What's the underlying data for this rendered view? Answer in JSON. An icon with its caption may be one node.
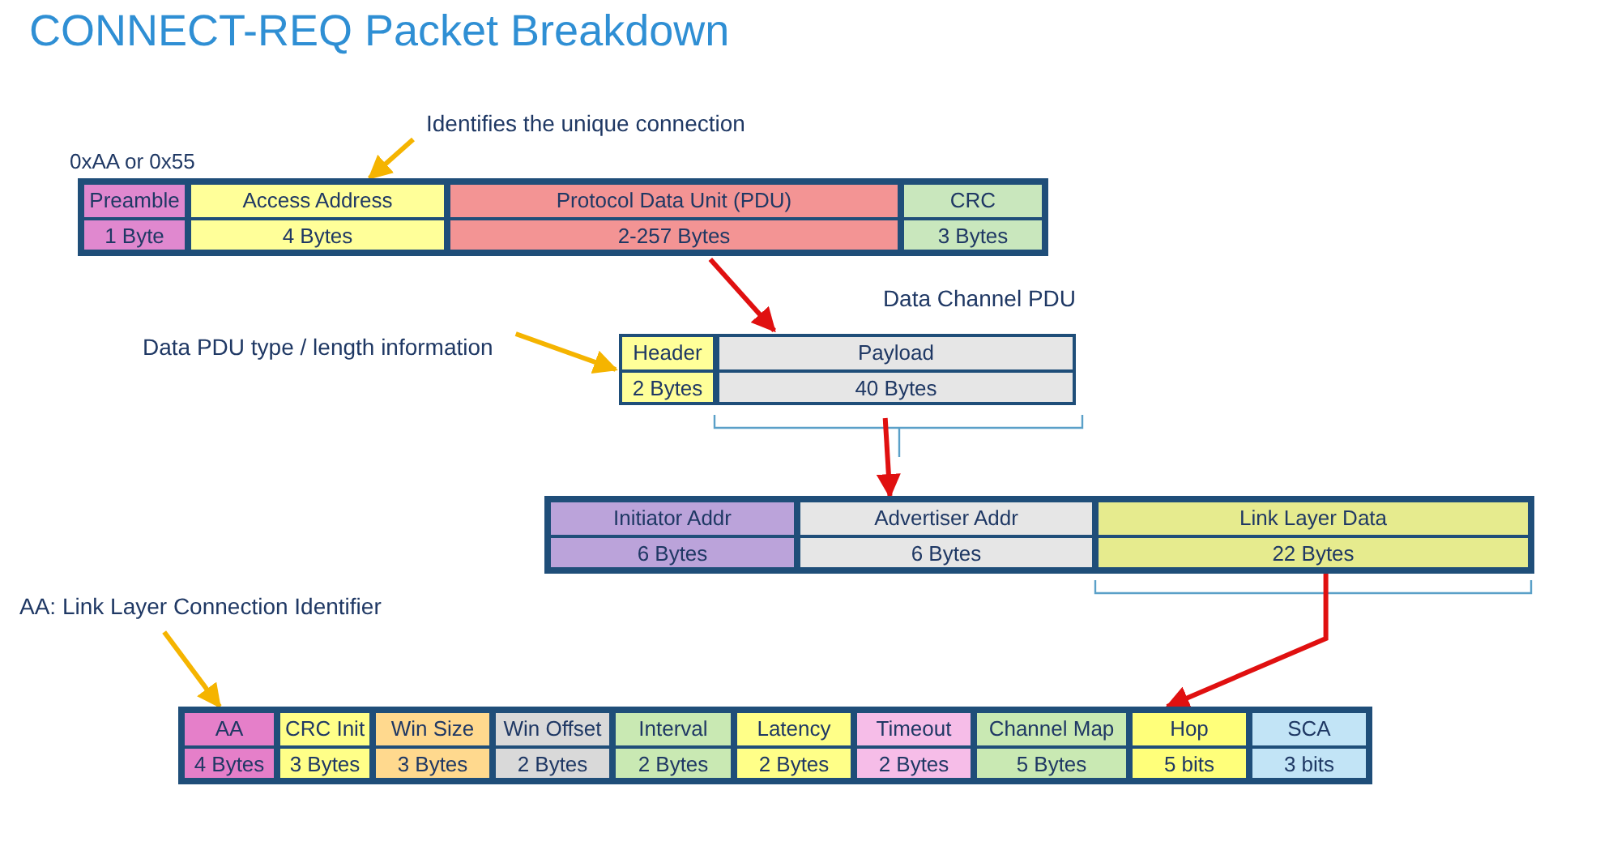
{
  "diagram": {
    "title": "CONNECT-REQ Packet Breakdown",
    "nodes": [
      {
        "text": [],
        "shape": "box"
      },
      {
        "text": [
          "Preamble",
          "1 Byte"
        ],
        "in": 0
      },
      {
        "text": [
          "Access Address",
          "4 Bytes"
        ],
        "in": 0
      },
      {
        "text": [
          "Protocol Data Unit (PDU)",
          "2-257 Bytes"
        ],
        "in": 0
      },
      {
        "text": [
          "CRC",
          "3 Bytes"
        ],
        "in": 0
      },
      {
        "text": [
          "Data Channel PDU"
        ]
      },
      {
        "text": [
          "Header",
          "2 Bytes"
        ],
        "in": 5
      },
      {
        "text": [
          "Payload",
          "40 Bytes"
        ],
        "in": 5
      },
      {
        "text": [],
        "shape": "box"
      },
      {
        "text": [
          "Initiator Addr",
          "6 Bytes"
        ],
        "in": 8
      },
      {
        "text": [
          "Advertiser Addr",
          "6 Bytes"
        ],
        "in": 8
      },
      {
        "text": [
          "Link Layer Data",
          "22 Bytes"
        ],
        "in": 8
      },
      {
        "text": [],
        "shape": "box"
      },
      {
        "text": [
          "AA",
          "4 Bytes"
        ],
        "in": 12
      },
      {
        "text": [
          "CRC Init",
          "3 Bytes"
        ],
        "in": 12
      },
      {
        "text": [
          "Win Size",
          "3 Bytes"
        ],
        "in": 12
      },
      {
        "text": [
          "Win Offset",
          "2 Bytes"
        ],
        "in": 12
      },
      {
        "text": [
          "Interval",
          "2 Bytes"
        ],
        "in": 12
      },
      {
        "text": [
          "Latency",
          "2 Bytes"
        ],
        "in": 12
      },
      {
        "text": [
          "Timeout",
          "2 Bytes"
        ],
        "in": 12
      },
      {
        "text": [
          "Channel Map",
          "5 Bytes"
        ],
        "in": 12
      },
      {
        "text": [
          "Hop",
          "5 bits"
        ],
        "in": 12
      },
      {
        "text": [
          "SCA",
          "3 bits"
        ],
        "in": 12
      },
      {
        "text": [
          "Identifies the unique connection"
        ]
      },
      {
        "text": [
          "Data PDU type / length information"
        ]
      },
      {
        "text": [
          "AA: Link Layer Connection Identifier"
        ]
      }
    ],
    "edges": [
      {
        "from": 23,
        "to": 2,
        "arrow": "to",
        "color": "#f5b400"
      },
      {
        "from": 24,
        "to": 6,
        "arrow": "to",
        "color": "#f5b400"
      },
      {
        "from": 25,
        "to": 13,
        "arrow": "to",
        "color": "#f5b400"
      },
      {
        "from": 3,
        "to": 5,
        "arrow": "to",
        "color": "#e01010"
      },
      {
        "from": 7,
        "to": 8,
        "arrow": "to",
        "color": "#e01010"
      },
      {
        "from": 11,
        "to": 12,
        "arrow": "to",
        "color": "#e01010"
      }
    ],
    "labels": [
      "0xAA or 0x55"
    ]
  }
}
